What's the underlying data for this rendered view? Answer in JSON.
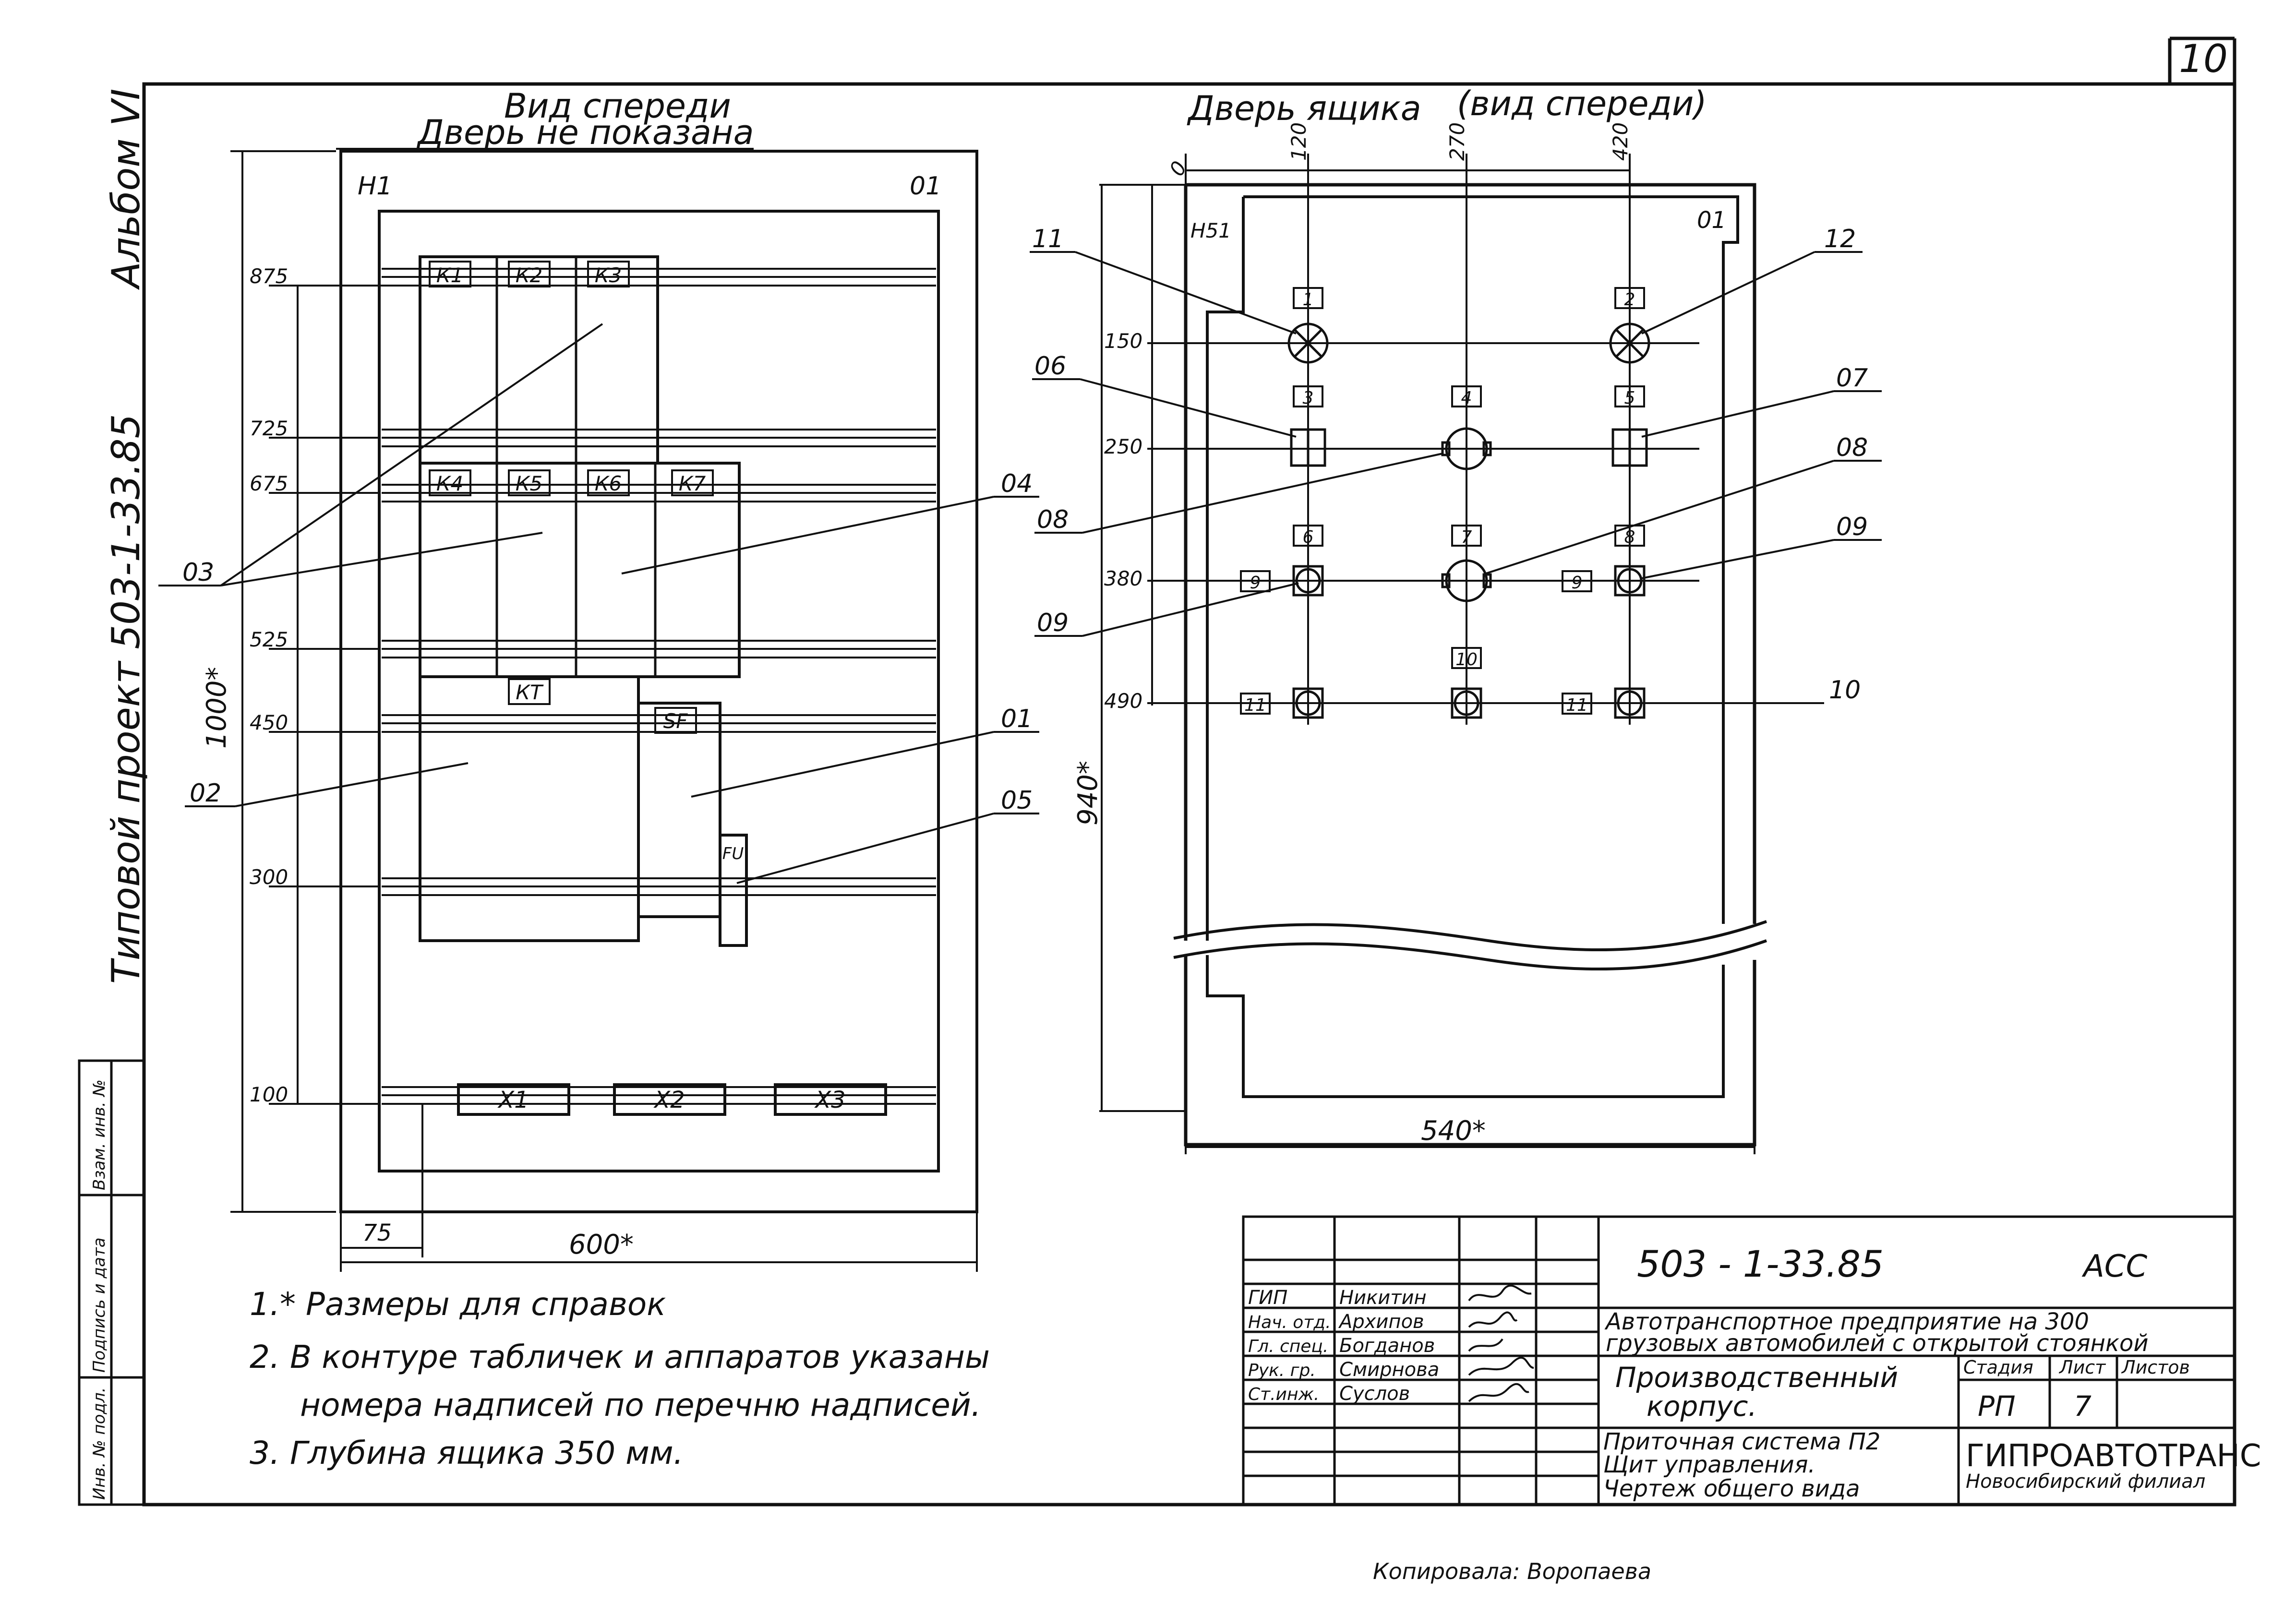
{
  "sheet_number": "10",
  "album_label": "Альбом VI",
  "project_label": "Типовой проект 503-1-33.85",
  "front_view": {
    "title_line1": "Вид спереди",
    "title_line2": "Дверь не показана",
    "corner_left": "Н1",
    "corner_right": "01",
    "height_marks": [
      "875",
      "725",
      "675",
      "525",
      "450",
      "300",
      "100"
    ],
    "overall_height": "1000*",
    "offset_dim": "75",
    "overall_width": "600*",
    "relays_top": [
      "К1",
      "К2",
      "К3"
    ],
    "relays_mid": [
      "К4",
      "К5",
      "К6",
      "К7"
    ],
    "timer_label": "КТ",
    "breaker_label": "SF",
    "fuse_label": "FU",
    "terminals": [
      "X1",
      "X2",
      "X3"
    ],
    "callouts": [
      "03",
      "02",
      "04",
      "01",
      "05"
    ]
  },
  "door_view": {
    "title": "Дверь ящика",
    "title_paren": "(вид спереди)",
    "corner_left": "Н51",
    "corner_right": "01",
    "x_marks": [
      "0",
      "120",
      "270",
      "420"
    ],
    "y_marks": [
      "150",
      "250",
      "380",
      "490"
    ],
    "height_dim": "940*",
    "width_dim": "540*",
    "device_numbers": [
      "1",
      "2",
      "3",
      "4",
      "5",
      "6",
      "7",
      "8",
      "9",
      "9",
      "10",
      "11",
      "11"
    ],
    "callouts": [
      "11",
      "12",
      "06",
      "07",
      "08",
      "08",
      "09",
      "09",
      "10"
    ]
  },
  "notes": [
    "1.* Размеры для справок",
    "2. В контуре табличек и аппаратов указаны",
    "номера надписей по перечню надписей.",
    "3. Глубина ящика 350 мм."
  ],
  "side_stamp": [
    "Инв. № подл.",
    "Подпись и дата",
    "Взам. инв. №"
  ],
  "title_block": {
    "doc_code": "503 - 1-33.85",
    "doc_type": "АСС",
    "roles": [
      "ГИП",
      "Нач. отд.",
      "Гл. спец.",
      "Рук. гр.",
      "Ст.инж."
    ],
    "names": [
      "Никитин",
      "Архипов",
      "Богданов",
      "Смирнова",
      "Суслов"
    ],
    "object_line1": "Автотранспортное предприятие на 300",
    "object_line2": "грузовых автомобилей с открытой стоянкой",
    "building_line1": "Производственный",
    "building_line2": "корпус.",
    "stage_header": "Стадия",
    "sheet_header": "Лист",
    "sheets_header": "Листов",
    "stage_value": "РП",
    "sheet_value": "7",
    "drawing_line1": "Приточная система П2",
    "drawing_line2": "Щит управления.",
    "drawing_line3": "Чертеж общего вида",
    "org_line1": "ГИПРОАВТОТРАНС",
    "org_line2": "Новосибирский филиал"
  },
  "copied_by": "Копировала: Воропаева"
}
